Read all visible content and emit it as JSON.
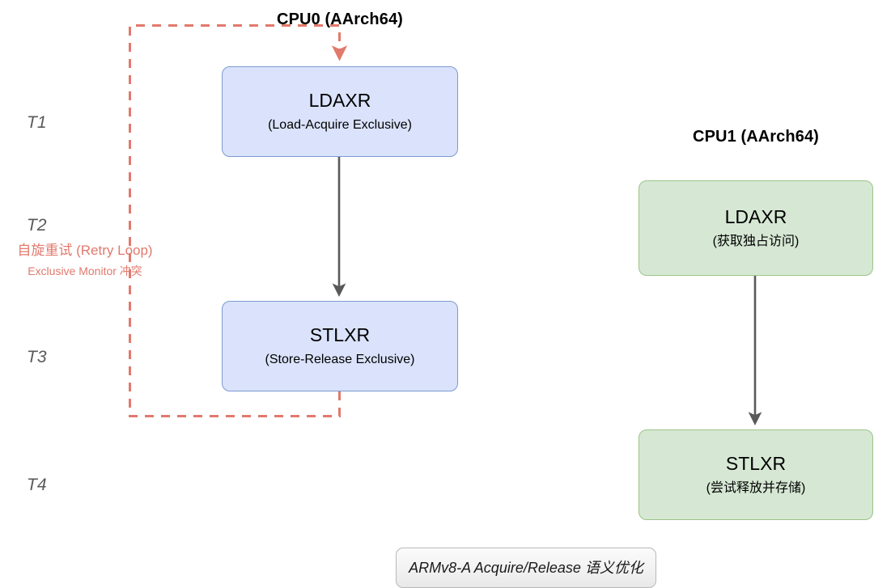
{
  "diagram": {
    "columns": [
      {
        "id": "cpu0",
        "title": "CPU0 (AArch64)"
      },
      {
        "id": "cpu1",
        "title": "CPU1 (AArch64)"
      }
    ],
    "timeline": [
      {
        "label": "T1"
      },
      {
        "label": "T2"
      },
      {
        "label": "T3"
      },
      {
        "label": "T4"
      }
    ],
    "annotation": {
      "main": "自旋重试 (Retry Loop)",
      "sub": "Exclusive Monitor 冲突",
      "color": "#e2796d"
    },
    "nodes": [
      {
        "id": "cpu0-ldaxr",
        "title": "LDAXR",
        "subtitle": "(Load-Acquire Exclusive)",
        "fill": "#dae3fb",
        "stroke": "#7d9ad1"
      },
      {
        "id": "cpu0-stlxr",
        "title": "STLXR",
        "subtitle": "(Store-Release Exclusive)",
        "fill": "#dae3fb",
        "stroke": "#7d9ad1"
      },
      {
        "id": "cpu1-ldaxr",
        "title": "LDAXR",
        "subtitle": "(获取独占访问)",
        "fill": "#d6e8d4",
        "stroke": "#9cc487"
      },
      {
        "id": "cpu1-stlxr",
        "title": "STLXR",
        "subtitle": "(尝试释放并存储)",
        "fill": "#d6e8d4",
        "stroke": "#9cc487"
      }
    ],
    "edges": [
      {
        "id": "cpu0-flow",
        "from": "cpu0-ldaxr",
        "to": "cpu0-stlxr",
        "style": "solid",
        "color": "#595959"
      },
      {
        "id": "cpu1-flow",
        "from": "cpu1-ldaxr",
        "to": "cpu1-stlxr",
        "style": "solid",
        "color": "#595959"
      },
      {
        "id": "retry-loop",
        "from": "cpu0-stlxr",
        "to": "cpu0-ldaxr",
        "style": "dashed",
        "color": "#e2796d"
      }
    ],
    "caption": "ARMv8-A Acquire/Release 语义优化"
  }
}
